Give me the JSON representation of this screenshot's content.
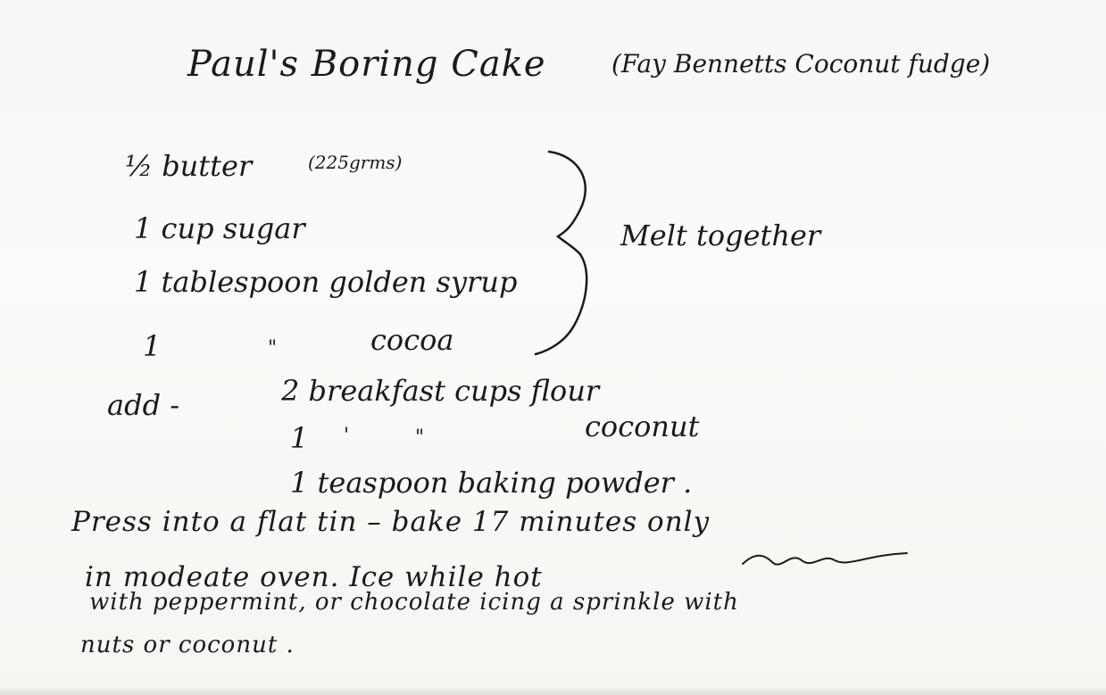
{
  "recipe": {
    "title": "Paul's Boring Cake",
    "subtitle": "(Fay Bennetts Coconut fudge)",
    "ingredients": {
      "butter": "½ butter",
      "butter_note": "(225grms)",
      "sugar": "1 cup sugar",
      "syrup": "1 tablespoon golden syrup",
      "cocoa_qty": "1",
      "cocoa_ditto": "\"",
      "cocoa": "cocoa"
    },
    "melt_note": "Melt together",
    "add_label": "add -",
    "additions": {
      "flour": "2 breakfast cups  flour",
      "coconut_qty": "1",
      "coconut_ditto_1": "'",
      "coconut_ditto_2": "\"",
      "coconut": "coconut",
      "baking_powder": "1 teaspoon  baking  powder ."
    },
    "method": {
      "line1": "Press  into  a  flat  tin  –  bake  17 minutes  only",
      "line2": "in  modeate  oven.  Ice  while  hot",
      "line3": "with  peppermint,  or  chocolate  icing  a  sprinkle  with",
      "line4": "nuts   or   coconut ."
    }
  }
}
